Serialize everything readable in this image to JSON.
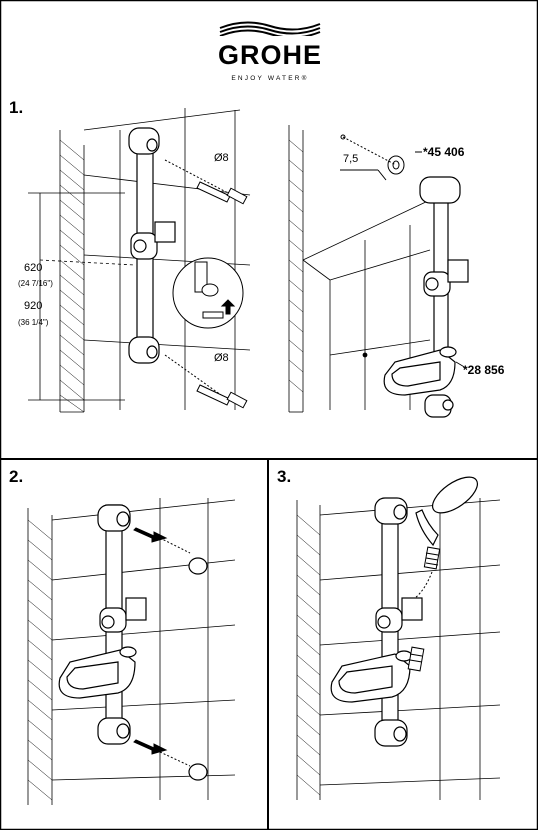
{
  "brand": {
    "name": "GROHE",
    "tagline": "ENJOY WATER®"
  },
  "steps": [
    {
      "number": "1."
    },
    {
      "number": "2."
    },
    {
      "number": "3."
    }
  ],
  "step1_labels": {
    "height_short": "620",
    "height_short_inch": "(24 7/16\")",
    "height_long": "920",
    "height_long_inch": "(36 1/4\")",
    "drill_top": "Ø8",
    "drill_bottom": "Ø8",
    "spacing": "7,5",
    "part_a": "*45 406",
    "part_b": "*28 856"
  }
}
